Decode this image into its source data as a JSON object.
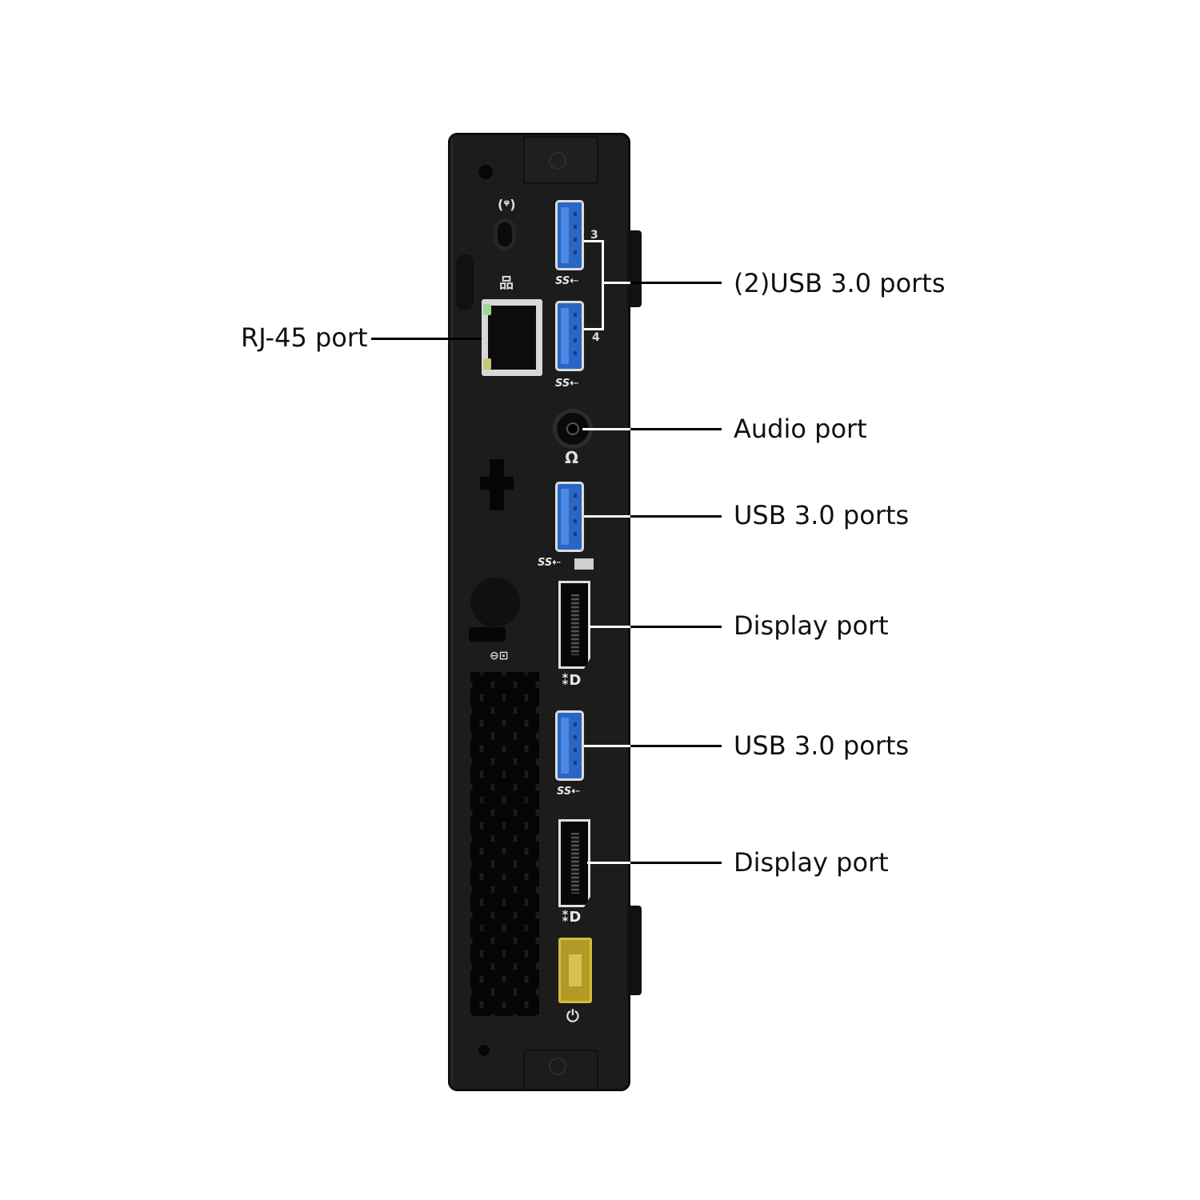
{
  "image": {
    "subject": "Mini PC rear panel with labeled ports",
    "colors": {
      "background": "#ffffff",
      "chassis": "#1c1c1c",
      "usb_blue": "#2a66c4",
      "power_yellow": "#b39a28",
      "label_text": "#111111"
    }
  },
  "labels": {
    "usb_pair": "(2)USB 3.0 ports",
    "rj45": "RJ-45 port",
    "audio": "Audio port",
    "usb_mid": "USB 3.0 ports",
    "display_1": "Display port",
    "usb_low": "USB 3.0 ports",
    "display_2": "Display port"
  },
  "port_markings": {
    "usb_top_number": "3",
    "usb_second_number": "4",
    "usb_logo": "SS⇠",
    "dp_logo": "⁑D",
    "headphone_icon": "Ω",
    "power_icon": "⏻",
    "network_icon": "品",
    "wifi_icon": "(ᵠ)"
  }
}
